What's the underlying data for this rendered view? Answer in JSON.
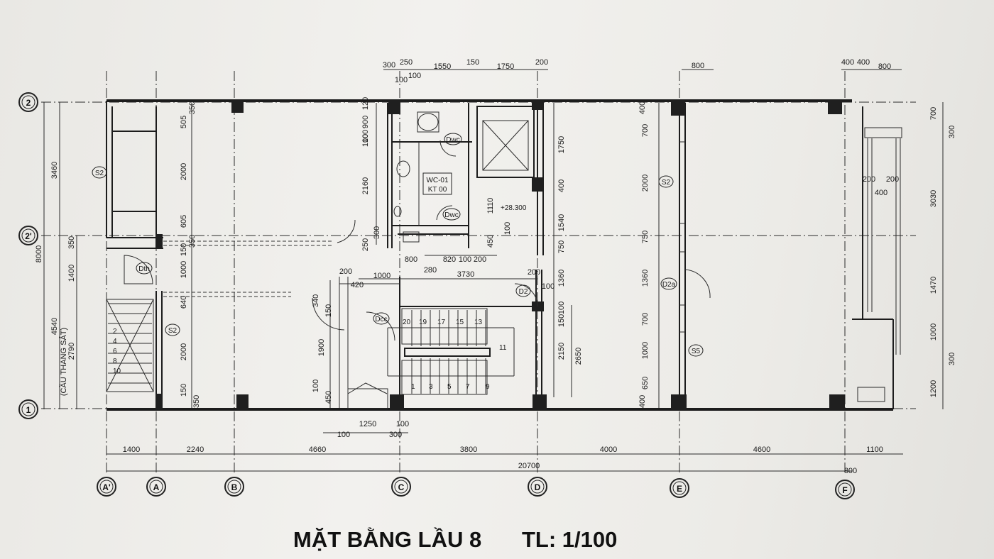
{
  "title": {
    "name": "MẶT BẰNG LẦU 8",
    "scale": "TL: 1/100"
  },
  "grid": {
    "columns": [
      "A'",
      "A",
      "B",
      "C",
      "D",
      "E",
      "F"
    ],
    "rows": [
      "2",
      "2'",
      "1"
    ]
  },
  "dimensions": {
    "total_width": "20700",
    "total_depth": "8000",
    "bays": [
      "1400",
      "2240",
      "4660",
      "3800",
      "4000",
      "4600",
      "1100"
    ],
    "edge_right": "800",
    "left_depths": [
      "3460",
      "4540"
    ],
    "stair_note": "(CẦU THANG SẮT)",
    "stair_len": "2790",
    "top_core": [
      "300",
      "250",
      "100",
      "100",
      "1550",
      "150",
      "1750",
      "200"
    ],
    "top_right": [
      "800",
      "400",
      "400",
      "800"
    ],
    "right_side": [
      "700",
      "300",
      "3030",
      "1470",
      "1000",
      "300",
      "1200"
    ],
    "left_side": [
      "350",
      "1400"
    ],
    "inner": [
      "350",
      "505",
      "2000",
      "605",
      "350",
      "150",
      "1000",
      "640",
      "2000",
      "150",
      "350"
    ],
    "core_vertical": [
      "100",
      "120",
      "900",
      "100",
      "2160",
      "300",
      "250",
      "1110",
      "450",
      "100",
      "1750",
      "400",
      "1540",
      "750",
      "1360",
      "100",
      "150",
      "2150",
      "2650"
    ],
    "core_horizontal": [
      "800",
      "280",
      "820",
      "100",
      "200",
      "3730",
      "200",
      "1000",
      "420",
      "200",
      "100"
    ],
    "east_vertical": [
      "400",
      "700",
      "2000",
      "750",
      "1360",
      "700",
      "1000",
      "650",
      "400"
    ],
    "stair_left": [
      "340",
      "150",
      "1900",
      "100",
      "450",
      "100",
      "1250",
      "100",
      "300"
    ],
    "inner_right": [
      "200",
      "400",
      "200"
    ]
  },
  "labels": {
    "room_wc": "WC-01",
    "room_wc_sub": "KT 00",
    "level": "+28.300",
    "doors": [
      "S2",
      "S2",
      "S2",
      "S5",
      "Dth",
      "Dcc",
      "D2",
      "D2a",
      "Dwc",
      "Dwc"
    ],
    "stair_upper": [
      "20",
      "19",
      "17",
      "15",
      "13"
    ],
    "stair_mid": "11",
    "stair_lower": [
      "1",
      "3",
      "5",
      "7",
      "9"
    ],
    "stair_left_nums": [
      "2",
      "4",
      "6",
      "8",
      "10"
    ]
  },
  "colors": {
    "paper": "#efeeea",
    "ink": "#1c1c1c"
  }
}
